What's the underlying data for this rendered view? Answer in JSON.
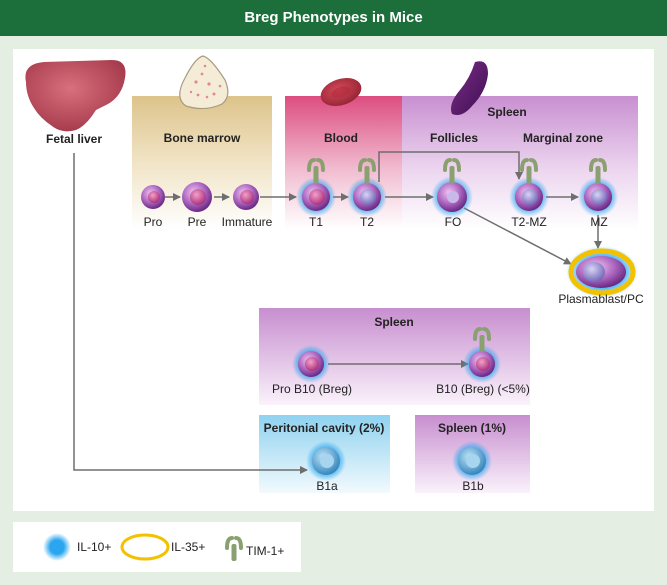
{
  "title": "Breg Phenotypes in Mice",
  "regions": {
    "fetal_liver": "Fetal liver",
    "bone_marrow": "Bone marrow",
    "blood": "Blood",
    "spleen": "Spleen",
    "follicles": "Follicles",
    "marginal_zone": "Marginal zone",
    "spleen_breg": "Spleen",
    "peritoneal": "Peritonial cavity (2%)",
    "spleen_b1b": "Spleen (1%)"
  },
  "cells": {
    "pro": "Pro",
    "pre": "Pre",
    "immature": "Immature",
    "t1": "T1",
    "t2": "T2",
    "fo": "FO",
    "t2mz": "T2-MZ",
    "mz": "MZ",
    "plasmablast": "Plasmablast/PC",
    "prob10": "Pro B10 (Breg)",
    "b10": "B10 (Breg) (<5%)",
    "b1a": "B1a",
    "b1b": "B1b"
  },
  "legend": {
    "il10": "IL-10+",
    "il35": "IL-35+",
    "tim1": "TIM-1+"
  },
  "colors": {
    "title_bar": "#1c6e3a",
    "background": "#e4eee3",
    "il10_glow": "#2aa6f0",
    "il35_ring": "#f2c200",
    "tim1_receptor": "#8aa070",
    "cell_purple": "#8c3fa6",
    "arrow": "#6e6e6e"
  }
}
